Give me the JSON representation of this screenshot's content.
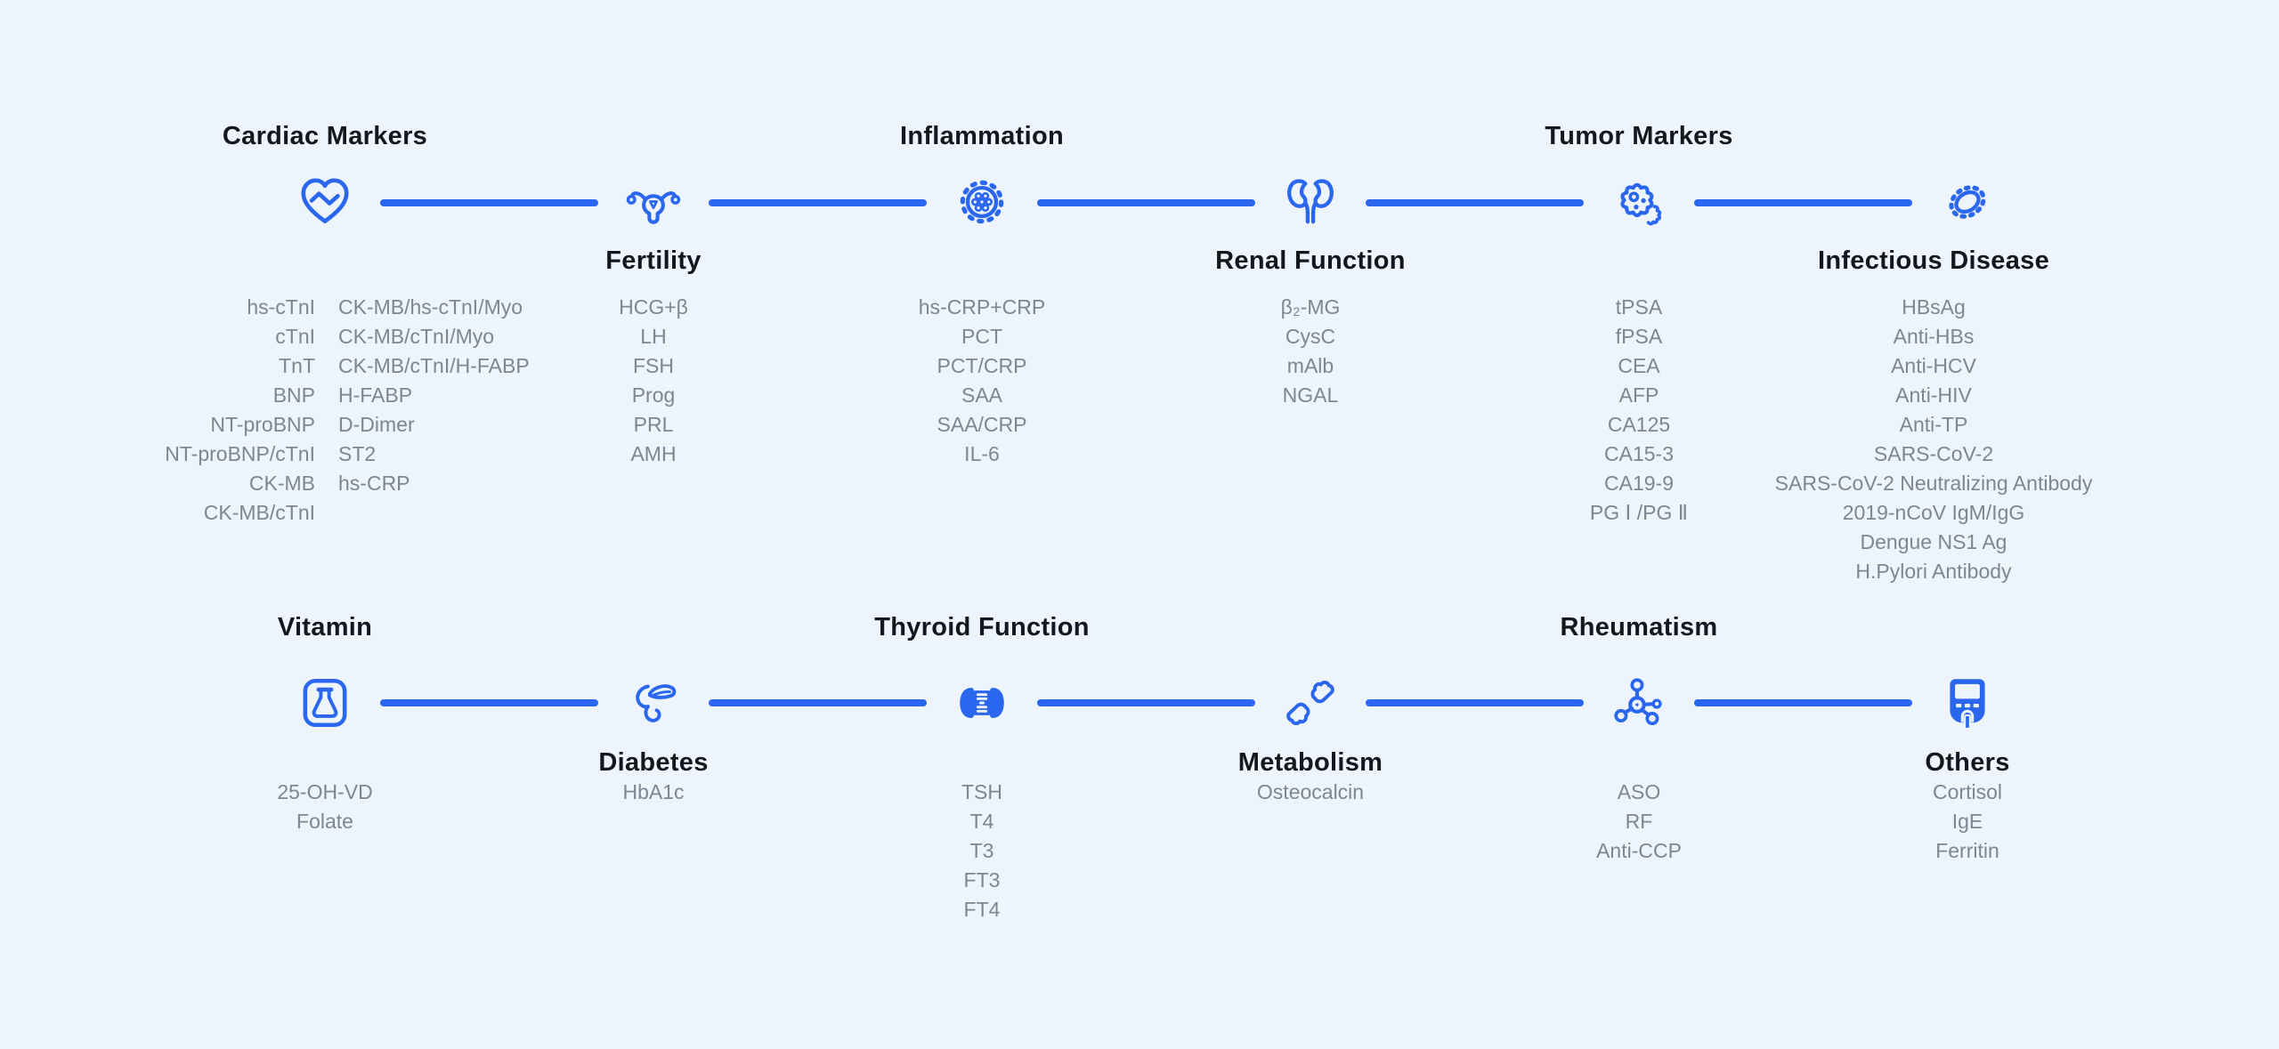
{
  "colors": {
    "accent": "#2a67ee",
    "background": "#edf4fb",
    "title_text": "#14171c",
    "marker_text": "#7b8792"
  },
  "categories": [
    {
      "id": "cardiac-markers",
      "title": "Cardiac Markers",
      "icon": "heart-pulse-icon",
      "items_left": [
        "hs-cTnI",
        "cTnI",
        "TnT",
        "BNP",
        "NT-proBNP",
        "NT-proBNP/cTnI",
        "CK-MB",
        "CK-MB/cTnI"
      ],
      "items_right": [
        "CK-MB/hs-cTnI/Myo",
        "CK-MB/cTnI/Myo",
        "CK-MB/cTnI/H-FABP",
        "H-FABP",
        "D-Dimer",
        "ST2",
        "hs-CRP"
      ]
    },
    {
      "id": "fertility",
      "title": "Fertility",
      "icon": "uterus-icon",
      "items": [
        "HCG+β",
        "LH",
        "FSH",
        "Prog",
        "PRL",
        "AMH"
      ]
    },
    {
      "id": "inflammation",
      "title": "Inflammation",
      "icon": "virus-cell-icon",
      "items": [
        "hs-CRP+CRP",
        "PCT",
        "PCT/CRP",
        "SAA",
        "SAA/CRP",
        "IL-6"
      ]
    },
    {
      "id": "renal-function",
      "title": "Renal Function",
      "icon": "kidneys-icon",
      "items": [
        "β₂-MG",
        "CysC",
        "mAlb",
        "NGAL"
      ]
    },
    {
      "id": "tumor-markers",
      "title": "Tumor Markers",
      "icon": "tumor-cell-icon",
      "items": [
        "tPSA",
        "fPSA",
        "CEA",
        "AFP",
        "CA125",
        "CA15-3",
        "CA19-9",
        "PG Ⅰ /PG Ⅱ"
      ]
    },
    {
      "id": "infectious-disease",
      "title": "Infectious Disease",
      "icon": "bacterium-icon",
      "items": [
        "HBsAg",
        "Anti-HBs",
        "Anti-HCV",
        "Anti-HIV",
        "Anti-TP",
        "SARS-CoV-2",
        "SARS-CoV-2 Neutralizing Antibody",
        "2019-nCoV IgM/IgG",
        "Dengue NS1 Ag",
        "H.Pylori Antibody"
      ]
    },
    {
      "id": "vitamin",
      "title": "Vitamin",
      "icon": "flask-icon",
      "items": [
        "25-OH-VD",
        "Folate"
      ]
    },
    {
      "id": "diabetes",
      "title": "Diabetes",
      "icon": "pancreas-icon",
      "items": [
        "HbA1c"
      ]
    },
    {
      "id": "thyroid-function",
      "title": "Thyroid Function",
      "icon": "thyroid-icon",
      "items": [
        "TSH",
        "T4",
        "T3",
        "FT3",
        "FT4"
      ]
    },
    {
      "id": "metabolism",
      "title": "Metabolism",
      "icon": "bone-joint-icon",
      "items": [
        "Osteocalcin"
      ]
    },
    {
      "id": "rheumatism",
      "title": "Rheumatism",
      "icon": "molecule-icon",
      "items": [
        "ASO",
        "RF",
        "Anti-CCP"
      ]
    },
    {
      "id": "others",
      "title": "Others",
      "icon": "glucometer-icon",
      "items": [
        "Cortisol",
        "IgE",
        "Ferritin"
      ]
    }
  ]
}
